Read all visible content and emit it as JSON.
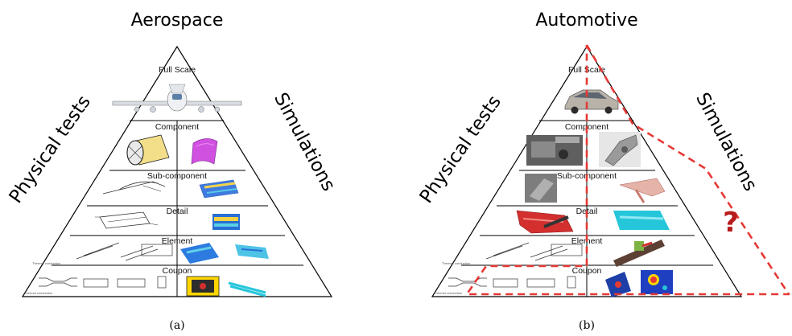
{
  "left_panel": {
    "title": "Aerospace",
    "left_side_label": "Physical tests",
    "right_side_label": "Simulations",
    "caption": "(a)",
    "tiers": [
      "Full Scale",
      "Component",
      "Sub-component",
      "Detail",
      "Element",
      "Coupon"
    ],
    "fine_labels": [
      "Thermal conduction",
      "Thermal conduction"
    ]
  },
  "right_panel": {
    "title": "Automotive",
    "left_side_label": "Physical tests",
    "right_side_label": "Simulations",
    "caption": "(b)",
    "question_mark": "?",
    "tiers": [
      "Full Scale",
      "Component",
      "Sub-component",
      "Detail",
      "Element",
      "Coupon"
    ],
    "fine_labels": [
      "Thermal conduction",
      "Thermal conduction"
    ]
  },
  "colors": {
    "outline": "#000000",
    "dashed_highlight": "#e53935",
    "question_mark": "#b71c1c",
    "sim_blue": "#1e88e5",
    "sim_cyan": "#26c6da",
    "sim_magenta": "#d050e0",
    "part_red": "#d32f2f",
    "coupon_yellow": "#ffd600"
  }
}
